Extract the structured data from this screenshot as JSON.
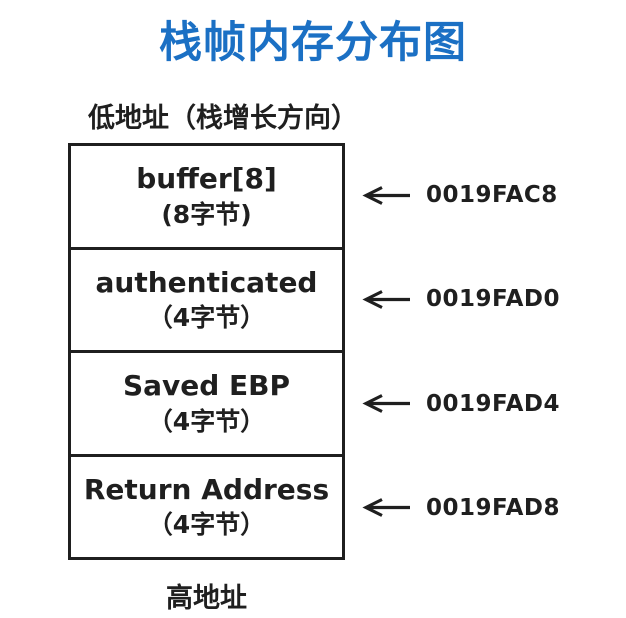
{
  "title": "栈帧内存分布图",
  "labels": {
    "top": "低地址（栈增长方向）",
    "bottom": "高地址"
  },
  "colors": {
    "title_blue": "#1b70c4",
    "ink": "#1f1f1f",
    "background": "#ffffff"
  },
  "diagram": {
    "type": "stack-frame-memory-layout",
    "rows": [
      {
        "name": "buffer[8]",
        "size": "(8字节)",
        "address": "0019FAC8"
      },
      {
        "name": "authenticated",
        "size": "（4字节）",
        "address": "0019FAD0"
      },
      {
        "name": "Saved EBP",
        "size": "（4字节）",
        "address": "0019FAD4"
      },
      {
        "name": "Return Address",
        "size": "（4字节）",
        "address": "0019FAD8"
      }
    ]
  }
}
